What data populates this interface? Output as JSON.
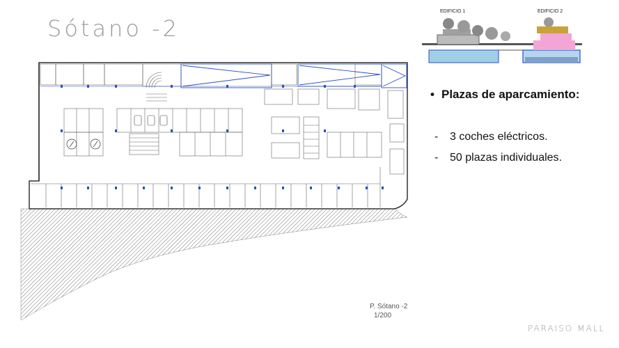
{
  "slide": {
    "title": "Sótano -2",
    "brand": "PARAISO MALL"
  },
  "elevation": {
    "building1_label": "EDIFICIO 1",
    "building2_label": "EDIFICIO 2"
  },
  "plan": {
    "caption": "P. Sótano -2",
    "scale": "1/200"
  },
  "info": {
    "heading": "Plazas de aparcamiento:",
    "items": [
      "3 coches eléctricos.",
      "50 plazas individuales."
    ]
  },
  "colors": {
    "plan_blue": "#2c4fc2",
    "line_gray": "#666666",
    "title_gray": "#9a9a9a",
    "highlight_pink": "#f3a6d6"
  }
}
